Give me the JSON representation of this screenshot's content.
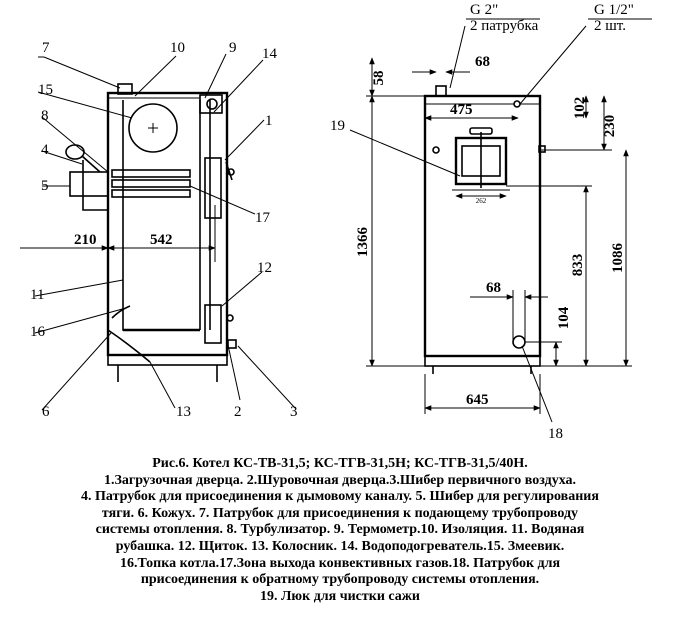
{
  "callouts": {
    "n1": "1",
    "n2": "2",
    "n3": "3",
    "n4": "4",
    "n5": "5",
    "n6": "6",
    "n7": "7",
    "n8": "8",
    "n9": "9",
    "n10": "10",
    "n11": "11",
    "n12": "12",
    "n13": "13",
    "n14": "14",
    "n15": "15",
    "n16": "16",
    "n17": "17",
    "n18": "18",
    "n19": "19"
  },
  "dimensions": {
    "d210": "210",
    "d542": "542",
    "d58": "58",
    "d68_top": "68",
    "d475": "475",
    "d102": "102",
    "d230": "230",
    "d262": "262",
    "d1366": "1366",
    "d833": "833",
    "d1086": "1086",
    "d68_bottom": "68",
    "d104": "104",
    "d645": "645"
  },
  "connections": {
    "g2": "G 2\"",
    "g2_note": "2 патрубка",
    "g12": "G 1/2\"",
    "g12_note": "2 шт."
  },
  "caption": {
    "line1": "Рис.6. Котел КС-ТВ-31,5; КС-ТГВ-31,5Н; КС-ТГВ-31,5/40Н.",
    "line2": "1.Загрузочная дверца. 2.Шуровочная дверца.3.Шибер первичного воздуха.",
    "line3": "4. Патрубок для присоединения к дымовому каналу. 5. Шибер для регулирования",
    "line4": "тяги. 6. Кожух. 7. Патрубок для присоединения к подающему трубопроводу",
    "line5": "системы отопления. 8. Турбулизатор. 9. Термометр.10. Изоляция. 11. Водяная",
    "line6": "рубашка. 12. Щиток. 13. Колосник. 14. Водоподогреватель.15. Змеевик.",
    "line7": "16.Топка котла.17.Зона выхода конвективных газов.18. Патрубок для",
    "line8": "присоединения к обратному трубопроводу системы отопления.",
    "line9": "19. Люк для чистки сажи"
  }
}
